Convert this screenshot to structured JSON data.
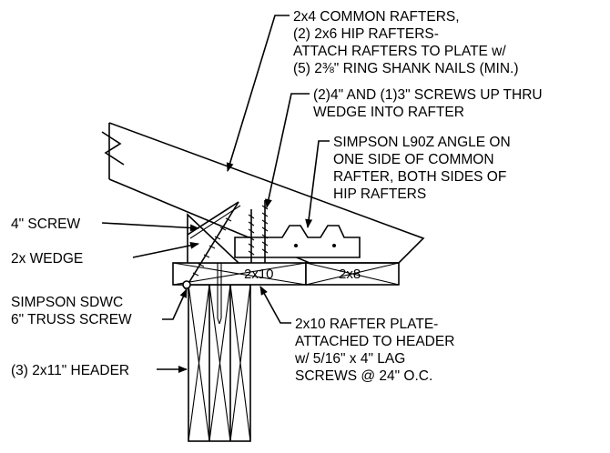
{
  "labels": {
    "rafters": [
      "2x4 COMMON RAFTERS,",
      "(2) 2x6 HIP RAFTERS-",
      "ATTACH RAFTERS TO PLATE w/",
      "(5) 2⅜\" RING SHANK NAILS (MIN.)"
    ],
    "screws_up": [
      "(2)4\" AND (1)3\" SCREWS UP THRU",
      "WEDGE INTO RAFTER"
    ],
    "simpson_angle": [
      "SIMPSON L90Z ANGLE ON",
      "ONE SIDE OF COMMON",
      "RAFTER, BOTH SIDES OF",
      "HIP RAFTERS"
    ],
    "screw_4in": "4\" SCREW",
    "wedge": "2x WEDGE",
    "sdwc": [
      "SIMPSON SDWC",
      "6\" TRUSS SCREW"
    ],
    "header": "(3) 2x11\" HEADER",
    "rafter_plate": [
      "2x10 RAFTER PLATE-",
      "ATTACHED TO HEADER",
      "w/ 5/16\" x 4\" LAG",
      "SCREWS @ 24\" O.C."
    ],
    "plate_2x10": "2x10",
    "plate_2x8": "2x8"
  }
}
